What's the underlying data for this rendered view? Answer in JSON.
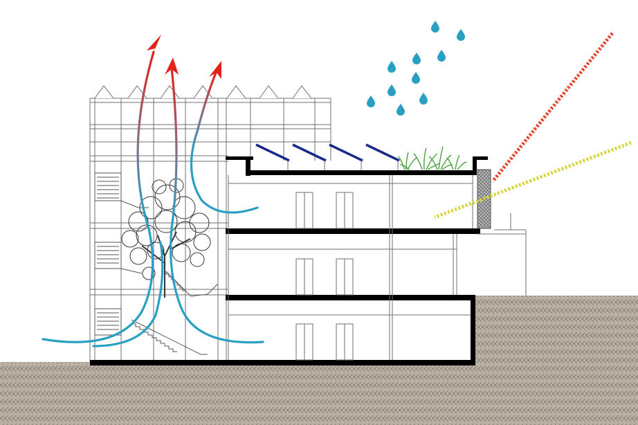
{
  "colors": {
    "background": "#ffffff",
    "ground_fill": "#b9b1a3",
    "ground_pattern": "#8a8274",
    "structure": "#000000",
    "linework": "#6f6f6f",
    "airflow_cool": "#2a9fc4",
    "airflow_warm": "#e2231a",
    "rain": "#2a9fc4",
    "sun_direct": "#e8442a",
    "sun_diffuse": "#d8d640",
    "solar_panel": "#1a2a8a",
    "plants": "#3a9a2a",
    "tree": "#333333"
  },
  "icons": {
    "rain": "raindrop-icon",
    "airflow_arrow": "arrow-up-icon",
    "solar_panel": "solar-panel-icon",
    "plant": "plant-icon",
    "tree": "tree-icon"
  },
  "counts": {
    "floors": 3,
    "solar_panels": 4,
    "raindrops": 11,
    "airflow_streams": 4,
    "exhaust_arrows": 3
  }
}
